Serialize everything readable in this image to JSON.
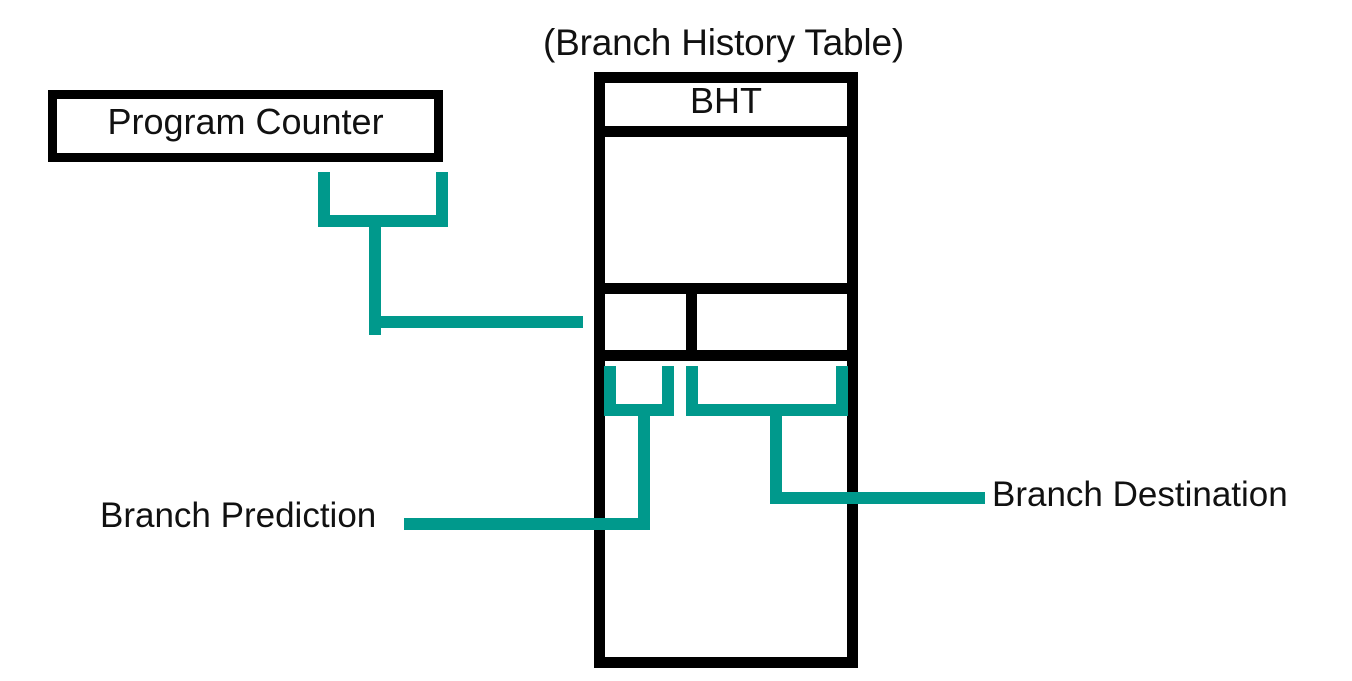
{
  "diagram": {
    "title": "(Branch History Table)",
    "accent_color": "#00998C",
    "line_color": "#000000",
    "background_color": "#FFFFFF"
  },
  "blocks": {
    "program_counter": {
      "label": "Program Counter"
    },
    "bht_table": {
      "header_label": "BHT",
      "rows": [
        {
          "name": "header",
          "label": "BHT",
          "fields": 1
        },
        {
          "name": "empty-upper",
          "label": "",
          "fields": 1
        },
        {
          "name": "entry",
          "label": "",
          "fields": 2
        },
        {
          "name": "empty-lower",
          "label": "",
          "fields": 1
        }
      ]
    }
  },
  "labels": {
    "branch_prediction": "Branch Prediction",
    "branch_destination": "Branch Destination"
  },
  "connectors": [
    {
      "name": "program-counter-to-bht",
      "from": "program_counter",
      "to": "bht_table"
    },
    {
      "name": "bht-field-left-to-branch-prediction",
      "from": "bht_entry_field_left",
      "to": "branch_prediction"
    },
    {
      "name": "bht-field-right-to-branch-destination",
      "from": "bht_entry_field_right",
      "to": "branch_destination"
    }
  ]
}
